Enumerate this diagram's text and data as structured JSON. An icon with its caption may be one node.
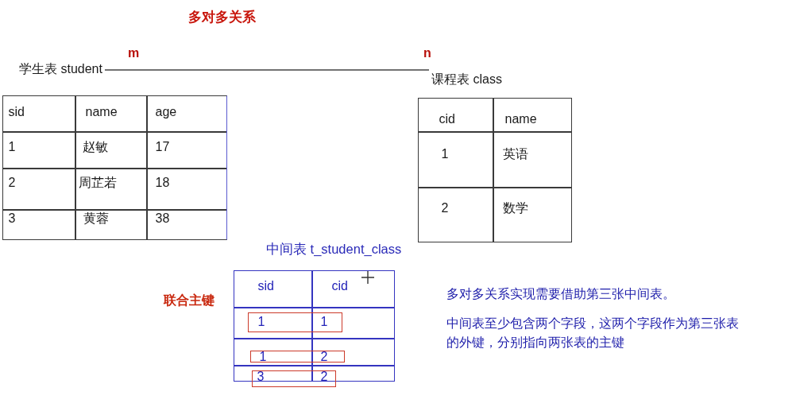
{
  "diagram": {
    "title": "多对多关系",
    "nodes": [
      {
        "text": [
          "学生表 student"
        ]
      },
      {
        "text": [
          "课程表 class"
        ]
      }
    ],
    "edges": [
      {
        "from": 0,
        "to": 1,
        "arrow": "none"
      }
    ],
    "labels": [
      "m",
      "n",
      "sid",
      "name",
      "age",
      "1",
      "赵敏",
      "17",
      "2",
      "周芷若",
      "18",
      "3",
      "黄蓉",
      "38",
      "cid",
      "name",
      "1",
      "英语",
      "2",
      "数学",
      "中间表 t_student_class",
      "联合主键",
      "sid",
      "cid",
      "1",
      "1",
      "1",
      "2",
      "3",
      "2",
      "多对多关系实现需要借助第三张中间表。",
      "中间表至少包含两个字段，这两个字段作为第三张表的外键，分别指向两张表的主键"
    ]
  }
}
